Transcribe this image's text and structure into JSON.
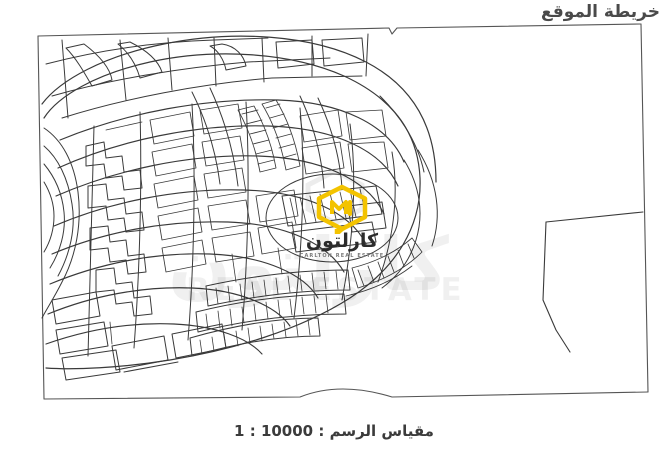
{
  "document": {
    "type": "site-plan-map",
    "title_ar": "خريطة الموقع",
    "title_translation": "Site Map",
    "scale_label_ar": "مقياس الرسم : 10000 : 1",
    "scale_ratio": "1 : 10000",
    "background_color": "#ffffff",
    "line_color": "#3a3a3a",
    "frame_line_color": "#555555"
  },
  "brand": {
    "name_ar": "كارلتون",
    "name_en": "CARLTON REAL ESTATE",
    "mark_icon": "hexagon-house-pin-icon",
    "accent_color": "#F3C300",
    "watermark_ar": "كارلتون",
    "watermark_en": "REAL ESTATE",
    "watermark_opacity": "0.055"
  },
  "map": {
    "description": "Master-planned community site plan with curved radial street network and subdivided parcels",
    "frame": {
      "shape": "tilted-rectangle",
      "notch_top": true,
      "bulge_bottom": true
    },
    "features": [
      {
        "name": "radial-arc-boulevard",
        "type": "road"
      },
      {
        "name": "central-roundabout-plots",
        "type": "parcel-cluster"
      },
      {
        "name": "dense-parcel-rows-south",
        "type": "parcel-cluster"
      },
      {
        "name": "parcel-rows-northeast",
        "type": "parcel-cluster"
      },
      {
        "name": "east-outer-polygon",
        "type": "boundary"
      }
    ]
  }
}
